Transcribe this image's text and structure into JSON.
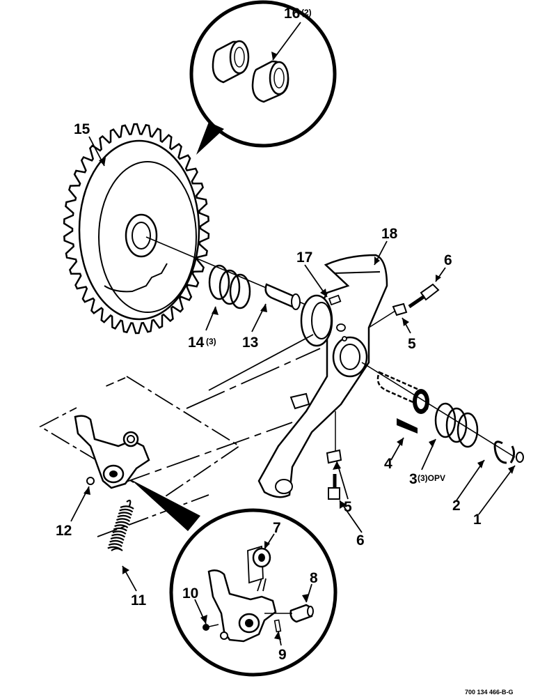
{
  "figure_id": "700 134 466-B-G",
  "callouts": {
    "c1": "1",
    "c2": "2",
    "c3": "3",
    "c3_qty": "(3)OPV",
    "c4": "4",
    "c5a": "5",
    "c5b": "5",
    "c6a": "6",
    "c6b": "6",
    "c7": "7",
    "c8": "8",
    "c9": "9",
    "c10": "10",
    "c11": "11",
    "c12": "12",
    "c13": "13",
    "c14": "14",
    "c14_qty": "(3)",
    "c15": "15",
    "c16": "16",
    "c16_qty": "(2)",
    "c17": "17",
    "c18": "18"
  }
}
